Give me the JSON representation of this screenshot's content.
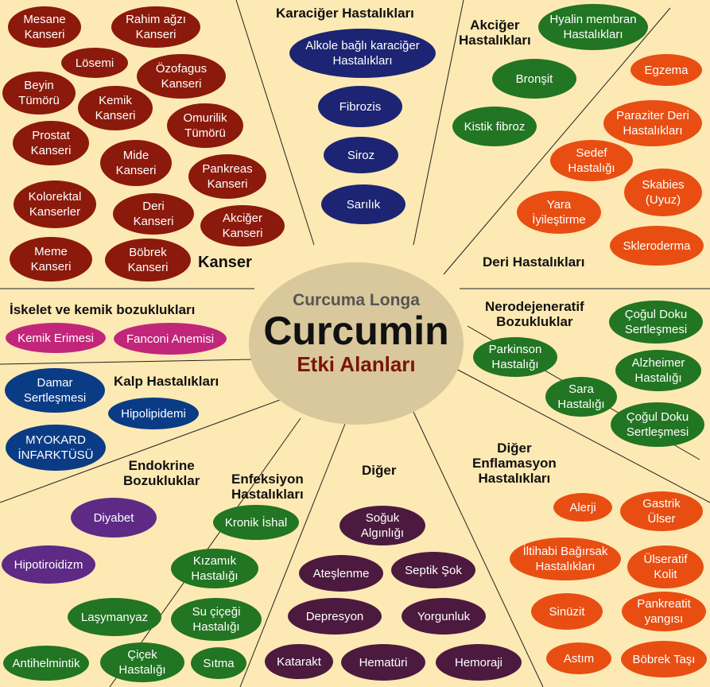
{
  "center": {
    "line1": "Curcuma Longa",
    "line2": "Curcumin",
    "line3": "Etki Alanları"
  },
  "headings": {
    "kanser": "Kanser",
    "karaciger": "Karaciğer Hastalıkları",
    "akciger": "Akciğer\nHastalıkları",
    "deri": "Deri Hastalıkları",
    "iskelet": "İskelet ve kemik bozuklukları",
    "kalp": "Kalp Hastalıkları",
    "nero": "Nerodejeneratif\nBozukluklar",
    "endokrine": "Endokrine\nBozukluklar",
    "enfeksiyon": "Enfeksiyon\nHastalıkları",
    "diger": "Diğer",
    "diger_enf": "Diğer\nEnflamasyon\nHastalıkları"
  },
  "groups": {
    "cancer": [
      "Mesane\nKanseri",
      "Rahim ağzı\nKanseri",
      "Lösemi",
      "Özofagus\nKanseri",
      "Beyin\nTümörü",
      "Kemik\nKanseri",
      "Omurilik\nTümörü",
      "Prostat\nKanseri",
      "Mide\nKanseri",
      "Pankreas\nKanseri",
      "Kolorektal\nKanserler",
      "Deri\nKanseri",
      "Akciğer\nKanseri",
      "Meme\nKanseri",
      "Böbrek\nKanseri"
    ],
    "liver": [
      "Alkole bağlı karaciğer\nHastalıkları",
      "Fibrozis",
      "Siroz",
      "Sarılık"
    ],
    "lung": [
      "Hyalin membran\nHastalıkları",
      "Bronşit",
      "Kistik fibroz"
    ],
    "skin": [
      "Egzema",
      "Paraziter Deri\nHastalıkları",
      "Sedef\nHastalığı",
      "Skabies\n(Uyuz)",
      "Yara\nİyileştirme",
      "Skleroderma"
    ],
    "neuro": [
      "Çoğul Doku\nSertleşmesi",
      "Parkinson\nHastalığı",
      "Alzheimer\nHastalığı",
      "Sara\nHastalığı",
      "Çoğul Doku\nSertleşmesi"
    ],
    "bone": [
      "Kemik Erimesi",
      "Fanconi Anemisi"
    ],
    "heart": [
      "Damar\nSertleşmesi",
      "Hipolipidemi",
      "MYOKARD\nİNFARKTÜSÜ"
    ],
    "endo": [
      "Diyabet",
      "Hipotiroidizm"
    ],
    "infect": [
      "Kronik İshal",
      "Kızamık\nHastalığı",
      "Laşymanyaz",
      "Su çiçeği\nHastalığı",
      "Antihelmintik",
      "Çiçek\nHastalığı",
      "Sıtma"
    ],
    "other": [
      "Soğuk\nAlgınlığı",
      "Ateşlenme",
      "Septik Şok",
      "Depresyon",
      "Yorgunluk",
      "Katarakt",
      "Hematüri",
      "Hemoraji"
    ],
    "inflam": [
      "Alerji",
      "Gastrik\nÜlser",
      "İltihabi Bağırsak\nHastalıkları",
      "Ülseratif\nKolit",
      "Sinüzit",
      "Pankreatit\nyangısı",
      "Astım",
      "Böbrek Taşı"
    ]
  },
  "colors": {
    "background": "#fde9b3",
    "center": "#d9c89b",
    "cancer": "#8b1a0c",
    "liver": "#1c2473",
    "green": "#227522",
    "orange": "#e84e12",
    "bone": "#c2267a",
    "heart": "#0a3c86",
    "endo": "#5e2a86",
    "other": "#4c1a3e"
  }
}
